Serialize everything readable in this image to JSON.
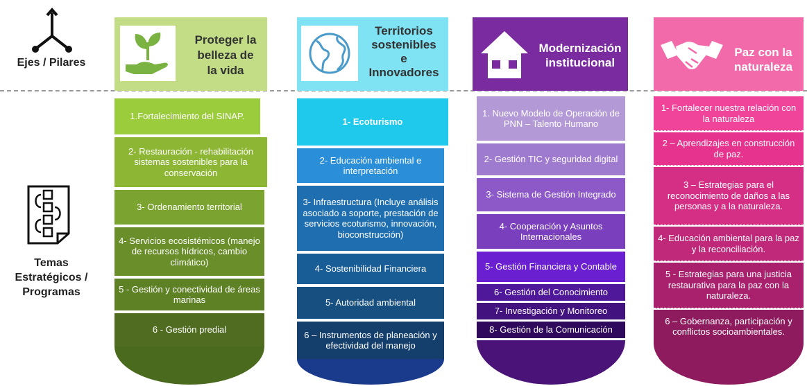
{
  "left_labels": {
    "ejes": "Ejes / Pilares",
    "temas": [
      "Temas",
      "Estratégicos /",
      "Programas"
    ]
  },
  "pillars": [
    {
      "title": [
        "Proteger la",
        "belleza de",
        "la vida"
      ],
      "icon": "plant-in-hand-icon",
      "header_color": "#c2dd86",
      "items": [
        "1.Fortalecimiento del SINAP.",
        "2- Restauración - rehabilitación sistemas sostenibles para la conservación",
        "3- Ordenamiento territorial",
        "4- Servicios ecosistémicos (manejo de recursos hídricos, cambio climático)",
        "5 - Gestión y conectividad de áreas marinas",
        "6 - Gestión predial"
      ]
    },
    {
      "title": [
        "Territorios",
        "sostenibles",
        "e",
        "Innovadores"
      ],
      "icon": "globe-icon",
      "header_color": "#7fe3f3",
      "items": [
        "1- Ecoturismo",
        "2- Educación ambiental e interpretación",
        "3- Infraestructura (Incluye análisis asociado a soporte, prestación de servicios ecoturismo, innovación, bioconstrucción)",
        "4- Sostenibilidad Financiera",
        "5- Autoridad ambiental",
        "6 – Instrumentos de planeación y efectividad del manejo"
      ]
    },
    {
      "title": [
        "Modernización",
        "institucional"
      ],
      "icon": "house-icon",
      "header_color": "#7a2ba0",
      "items": [
        "1. Nuevo Modelo de Operación de PNN – Talento Humano",
        "2- Gestión TIC y seguridad digital",
        "3- Sistema de Gestión Integrado",
        "4- Cooperación y Asuntos Internacionales",
        "5- Gestión Financiera y Contable",
        "6- Gestión del Conocimiento",
        "7- Investigación y Monitoreo",
        "8- Gestión de la Comunicación"
      ]
    },
    {
      "title": [
        "Paz con la",
        "naturaleza"
      ],
      "icon": "handshake-icon",
      "header_color": "#f26aa9",
      "items": [
        "1- Fortalecer nuestra relación con la naturaleza",
        "2 – Aprendizajes en construcción de paz.",
        "3 – Estrategias para el reconocimiento de daños a las personas y a la naturaleza.",
        "4- Educación ambiental para la paz y la reconciliación.",
        "5 - Estrategias para una justicia restaurativa para la paz con la naturaleza.",
        "6 – Gobernanza, participación y conflictos socioambientales."
      ]
    }
  ]
}
